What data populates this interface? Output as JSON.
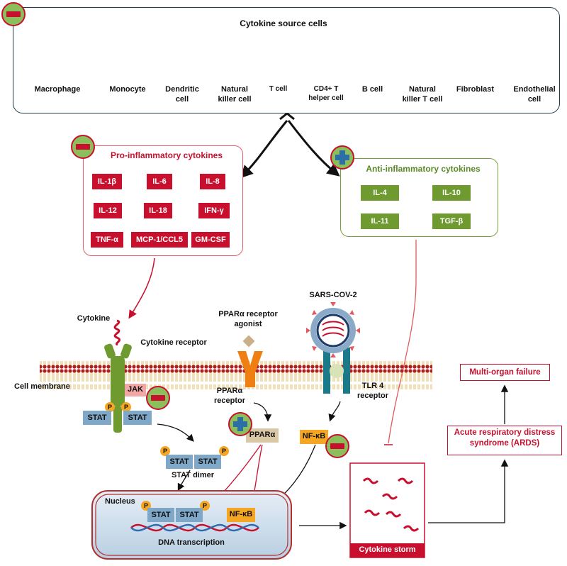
{
  "source": {
    "title": "Cytokine source cells",
    "cells": [
      {
        "label": "Macrophage"
      },
      {
        "label": "Monocyte"
      },
      {
        "label": "Dendritic\ncell"
      },
      {
        "label": "Natural\nkiller cell"
      },
      {
        "label": "T cell"
      },
      {
        "label": "CD4+ T\nhelper cell"
      },
      {
        "label": "B cell"
      },
      {
        "label": "Natural\nkiller T cell"
      },
      {
        "label": "Fibroblast"
      },
      {
        "label": "Endothelial\ncell"
      }
    ]
  },
  "pro": {
    "title": "Pro-inflammatory cytokines",
    "items": [
      "IL-1β",
      "IL-6",
      "IL-8",
      "IL-12",
      "IL-18",
      "IFN-γ",
      "TNF-α",
      "MCP-1/CCL5",
      "GM-CSF"
    ]
  },
  "anti": {
    "title": "Anti-inflammatory cytokines",
    "items": [
      "IL-4",
      "IL-10",
      "IL-11",
      "TGF-β"
    ]
  },
  "membrane": {
    "cell_membrane": "Cell membrane",
    "cytokine": "Cytokine",
    "cytokine_receptor": "Cytokine receptor",
    "jak": "JAK",
    "stat": "STAT",
    "p": "P",
    "stat_dimer": "STAT dimer",
    "ppar_agonist": "PPARα receptor\nagonist",
    "ppar_receptor": "PPARα\nreceptor",
    "ppar": "PPARα",
    "sars": "SARS-COV-2",
    "tlr4": "TLR 4\nreceptor",
    "nfkb": "NF-κB"
  },
  "nucleus": {
    "label": "Nucleus",
    "dna": "DNA transcription"
  },
  "outcomes": {
    "storm": "Cytokine storm",
    "ards": "Acute respiratory distress\nsyndrome (ARDS)",
    "mof": "Multi-organ failure"
  },
  "colors": {
    "red": "#c8102e",
    "green": "#6f9a30",
    "stat_blue": "#7fa7c7",
    "badge_green": "#8bbf5c",
    "orange": "#f5a623"
  }
}
